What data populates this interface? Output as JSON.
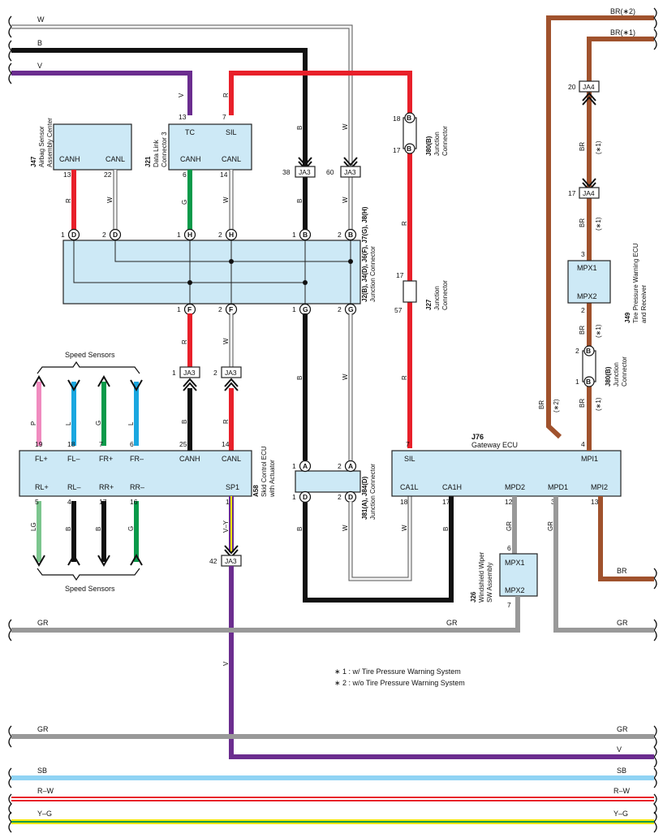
{
  "colors": {
    "W": "#f4f4f4",
    "B": "#111111",
    "V": "#6b2d8f",
    "R": "#e8202a",
    "G": "#0a9a4a",
    "BR": "#a0522d",
    "P": "#f08bbf",
    "L": "#1aa7e0",
    "LG": "#7cc68e",
    "GR": "#999999",
    "SB": "#8fd3f4",
    "Y": "#f2e600",
    "box": "#cde9f6"
  },
  "top_wires": {
    "W": "W",
    "B": "B",
    "V": "V",
    "BR2": "BR(∗2)",
    "BR1": "BR(∗1)"
  },
  "wire_labels": {
    "V": "V",
    "R": "R",
    "B": "B",
    "W": "W",
    "G": "G",
    "BR": "BR",
    "BR1": "(∗1)",
    "BR2": "(∗2)",
    "P": "P",
    "L": "L",
    "LG": "LG",
    "GR": "GR",
    "VY": "V–Y"
  },
  "components": {
    "J47": {
      "ref": "J47",
      "name1": "Airbag Sensor",
      "name2": "Assembly Center",
      "canh": "CANH",
      "canl": "CANL",
      "pin_canh": "13",
      "pin_canl": "22"
    },
    "J21": {
      "ref": "J21",
      "name1": "Data Link",
      "name2": "Connector 3",
      "tc": "TC",
      "sil": "SIL",
      "canh": "CANH",
      "canl": "CANL",
      "pin_tc": "13",
      "pin_sil": "7",
      "pin_canh": "6",
      "pin_canl": "14"
    },
    "JC_main": {
      "ref": "J2(B), J4(D), J6(F), J7(G), J8(H)",
      "name": "Junction Connector"
    },
    "J80B_top": {
      "ref": "J80(B)",
      "name": "Junction",
      "name2": "Connector",
      "pin_a": "18",
      "pin_b": "17",
      "letter": "B"
    },
    "J27": {
      "ref": "J27",
      "name": "Junction",
      "name2": "Connector",
      "pin_a": "17",
      "pin_b": "57"
    },
    "J49": {
      "ref": "J49",
      "name1": "Tire Pressure Warning ECU",
      "name2": "and Receiver",
      "mpx1": "MPX1",
      "mpx2": "MPX2",
      "pin_top": "3",
      "pin_bot": "2"
    },
    "J80B_right": {
      "ref": "J80(B)",
      "name": "Junction",
      "name2": "Connector",
      "pin_a": "2",
      "pin_b": "1",
      "letter": "B"
    },
    "A58": {
      "ref": "A58",
      "name1": "Skid Control ECU",
      "name2": "with Actuator",
      "top": [
        "FL+",
        "FL–",
        "FR+",
        "FR–",
        "CANH",
        "CANL"
      ],
      "top_pins": [
        "19",
        "18",
        "7",
        "6",
        "25",
        "14"
      ],
      "bot": [
        "RL+",
        "RL–",
        "RR+",
        "RR–",
        "SP1"
      ],
      "bot_pins": [
        "5",
        "4",
        "17",
        "16",
        "11"
      ]
    },
    "J81": {
      "ref": "J81(A), J84(D)",
      "name": "Junction Connector"
    },
    "J76": {
      "ref": "J76",
      "name": "Gateway ECU",
      "top": [
        "SIL",
        "MPI1"
      ],
      "top_pins": [
        "7",
        "4"
      ],
      "bot": [
        "CA1L",
        "CA1H",
        "MPD2",
        "MPD1",
        "MPI2"
      ],
      "bot_pins": [
        "18",
        "17",
        "12",
        "3",
        "13"
      ]
    },
    "J26": {
      "ref": "J26",
      "name1": "Windshield Wiper",
      "name2": "SW Assembly",
      "mpx1": "MPX1",
      "mpx2": "MPX2",
      "pin_top": "6",
      "pin_bot": "7"
    }
  },
  "connectors": {
    "JA3": "JA3",
    "JA4": "JA4",
    "ja3_38": "38",
    "ja3_60": "60",
    "ja3_1": "1",
    "ja3_2": "2",
    "ja3_42": "42",
    "ja4_20": "20",
    "ja4_17": "17"
  },
  "jc_pins": {
    "top": [
      [
        "1",
        "D"
      ],
      [
        "2",
        "D"
      ],
      [
        "1",
        "H"
      ],
      [
        "2",
        "H"
      ],
      [
        "1",
        "B"
      ],
      [
        "2",
        "B"
      ]
    ],
    "bot": [
      [
        "1",
        "F"
      ],
      [
        "2",
        "F"
      ],
      [
        "1",
        "G"
      ],
      [
        "2",
        "G"
      ]
    ],
    "j81_top": [
      [
        "1",
        "A"
      ],
      [
        "2",
        "A"
      ]
    ],
    "j81_bot": [
      [
        "1",
        "D"
      ],
      [
        "2",
        "D"
      ]
    ]
  },
  "speed_sensors": "Speed Sensors",
  "notes": [
    "∗ 1 : w/ Tire Pressure Warning System",
    "∗ 2 : w/o Tire Pressure Warning System"
  ],
  "bottom_wires": {
    "GR1": "GR",
    "GR2": "GR",
    "V": "V",
    "SB": "SB",
    "RW": "R–W",
    "YG": "Y–G"
  }
}
